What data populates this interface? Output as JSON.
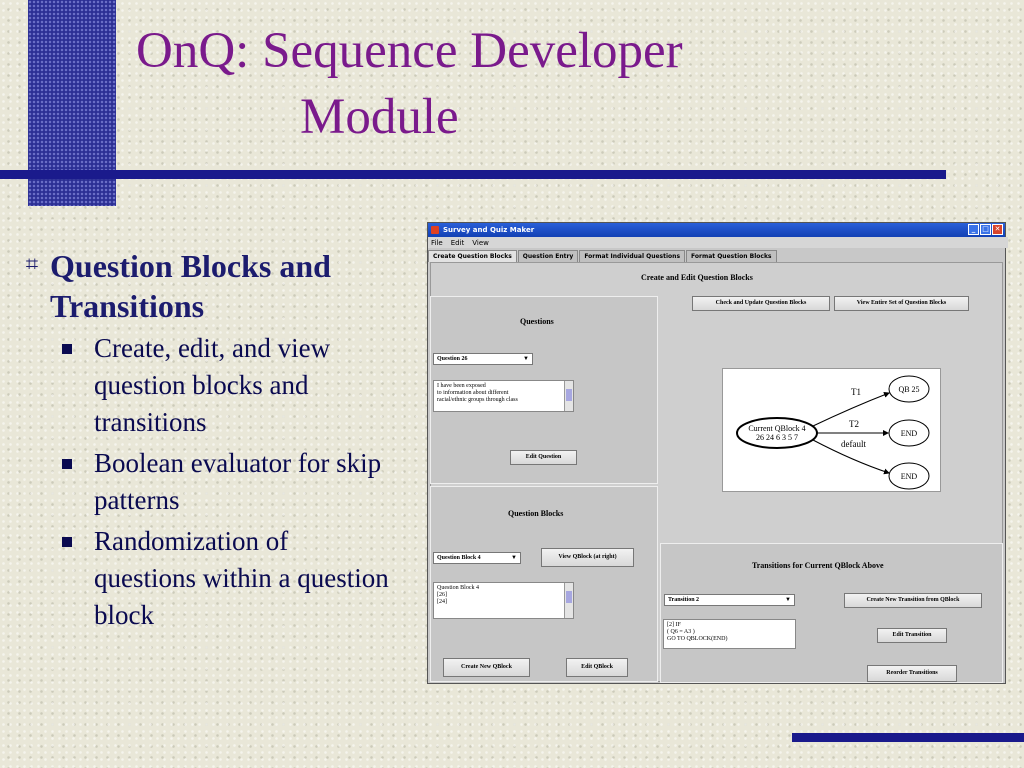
{
  "slide": {
    "title_line1": "OnQ:  Sequence Developer",
    "title_line2": "Module",
    "bullet_main": "Question Blocks and Transitions",
    "sub_bullets": [
      "Create, edit, and view question blocks and transitions",
      "Boolean evaluator for skip patterns",
      "Randomization of questions within a question block"
    ],
    "colors": {
      "title": "#7a1a8c",
      "bullet": "#1c1c6e",
      "rule": "#1a1a8c"
    }
  },
  "app": {
    "window_title": "Survey and Quiz Maker",
    "menu": [
      "File",
      "Edit",
      "View"
    ],
    "tabs": [
      "Create Question Blocks",
      "Question Entry",
      "Format Individual Questions",
      "Format Question Blocks"
    ],
    "main_heading": "Create and Edit Question Blocks",
    "top_buttons": [
      "Check and Update Question Blocks",
      "View Entire Set of Question Blocks"
    ],
    "questions": {
      "heading": "Questions",
      "selected": "Question 26",
      "text_lines": [
        "I have been exposed",
        "to information about different",
        "racial/ethnic groups through class"
      ],
      "edit_button": "Edit Question"
    },
    "question_blocks": {
      "heading": "Question Blocks",
      "selected": "Question Block 4",
      "view_button": "View QBlock (at right)",
      "list_lines": [
        "Question Block 4",
        "[26]",
        "[24]"
      ],
      "create_button": "Create New QBlock",
      "edit_button": "Edit QBlock"
    },
    "graph": {
      "current_line1": "Current QBlock 4",
      "current_line2": "26 24 6 3 5 7",
      "edge_labels": [
        "T1",
        "T2",
        "default"
      ],
      "targets": [
        "QB 25",
        "END",
        "END"
      ]
    },
    "transitions": {
      "heading": "Transitions for Current QBlock Above",
      "selected": "Transition 2",
      "create_button": "Create New Transition from QBlock",
      "text_lines": [
        "[2] IF",
        "( Q6 = A3 )",
        "GO TO QBLOCK(END)"
      ],
      "edit_button": "Edit Transition",
      "reorder_button": "Reorder Transitions"
    }
  }
}
